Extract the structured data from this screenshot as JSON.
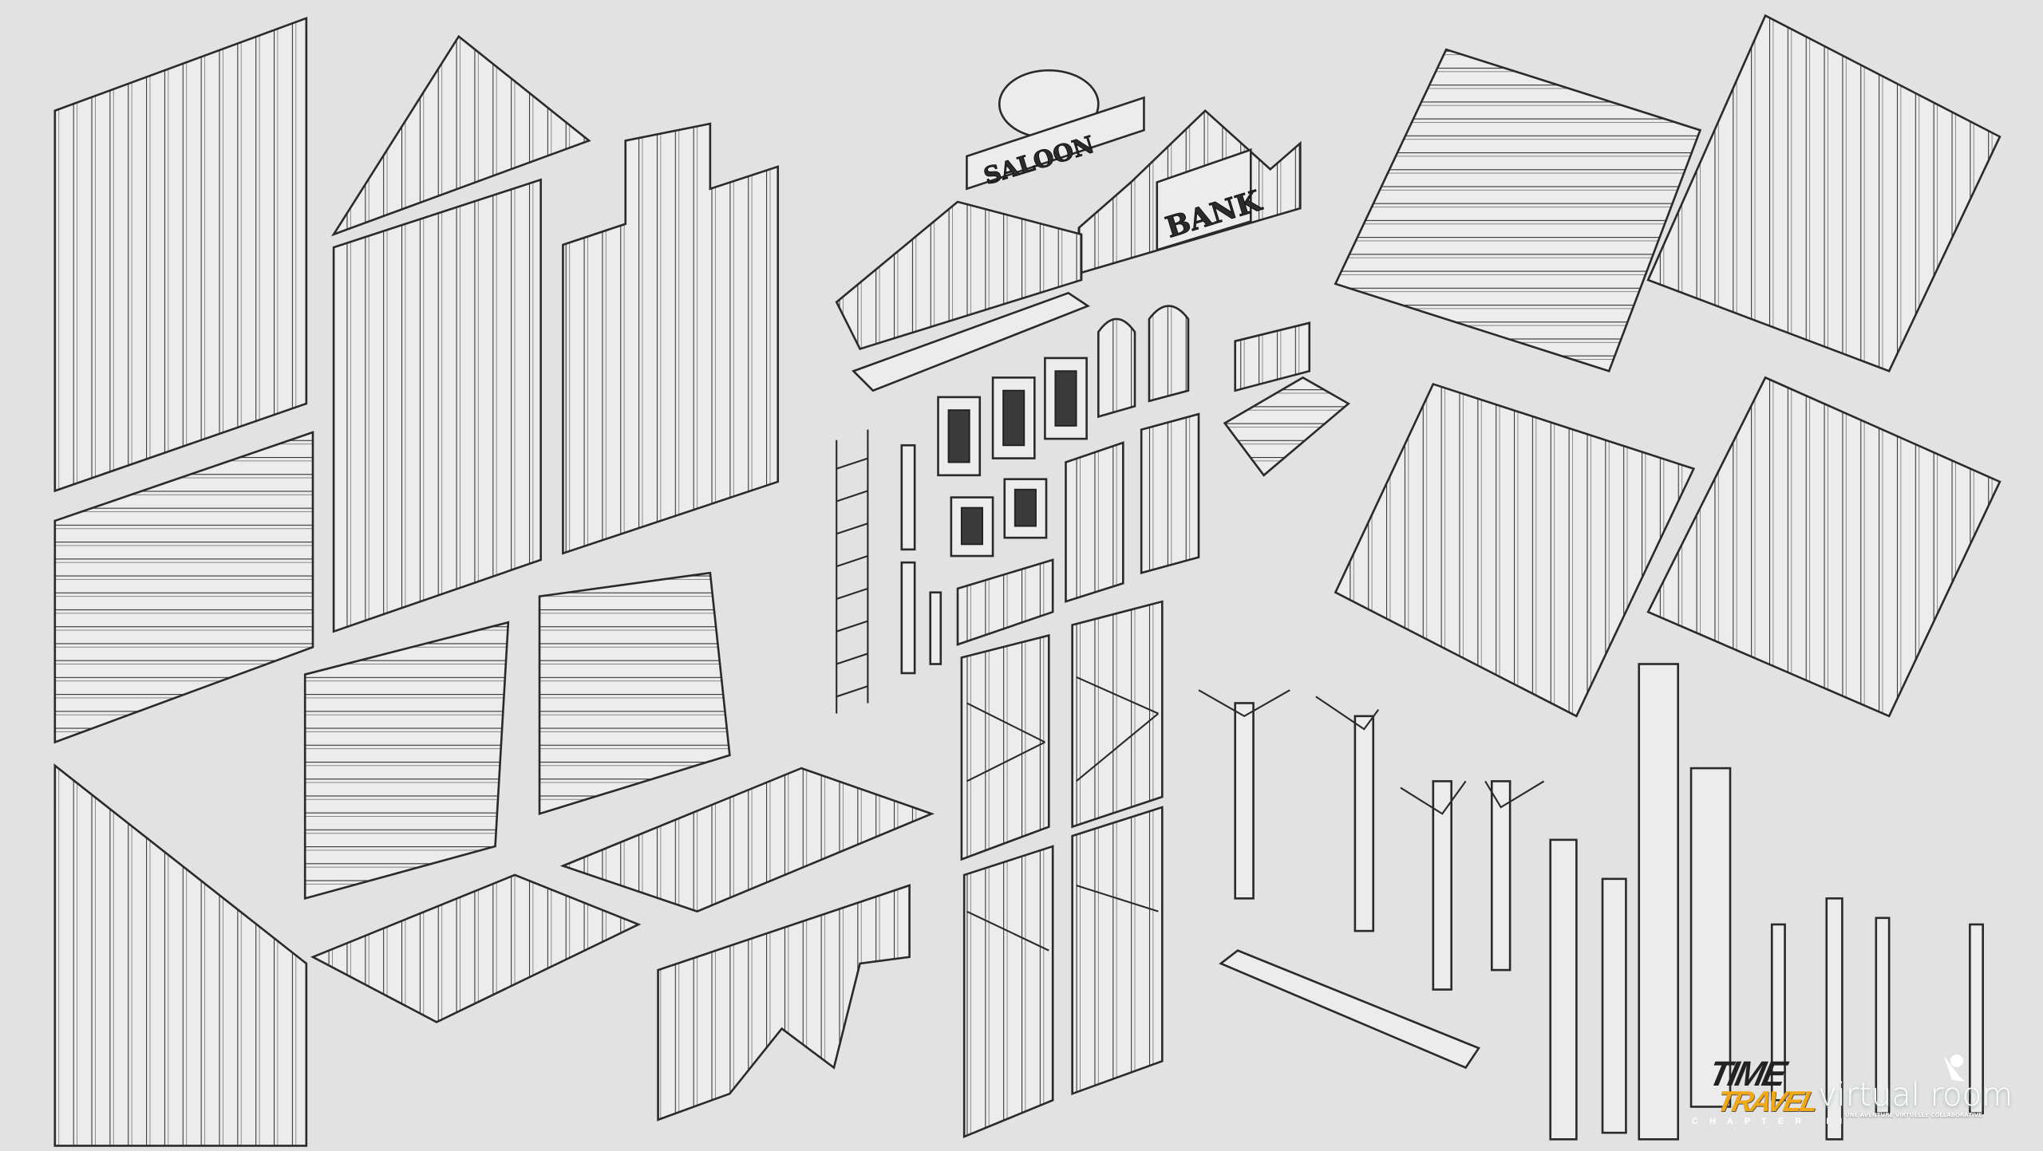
{
  "artwork": {
    "signs": {
      "saloon": "SALOON",
      "bank": "BANK"
    }
  },
  "logos": {
    "time_travel": {
      "line1": "TIME",
      "line2": "TRAVEL",
      "subtitle": "CHAPTER II"
    },
    "virtual_room": {
      "name": "virtual room",
      "tagline": "UNE AVENTURE VIRTUELLE COLLABORATIVE"
    }
  },
  "colors": {
    "background": "#e2e2e2",
    "ink": "#2a2a2a",
    "accent": "#f0a818"
  }
}
